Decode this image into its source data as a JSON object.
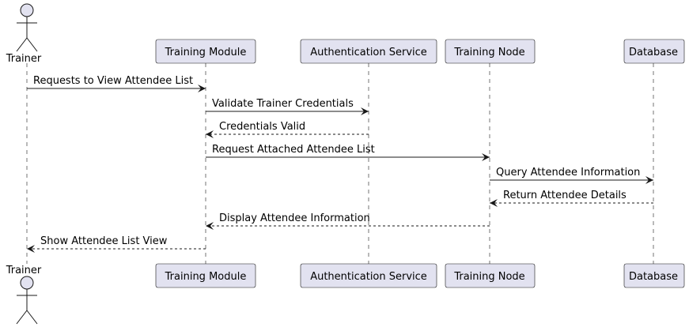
{
  "colors": {
    "participant_fill": "#E2E2F0",
    "participant_stroke": "#181818",
    "lifeline": "#181818",
    "arrow": "#181818",
    "background": "#FFFFFF"
  },
  "participants": [
    {
      "id": "trainer",
      "label": "Trainer",
      "kind": "actor",
      "icon": "actor-stick-figure-icon"
    },
    {
      "id": "training_module",
      "label": "Training Module",
      "kind": "box"
    },
    {
      "id": "auth_service",
      "label": "Authentication Service",
      "kind": "box"
    },
    {
      "id": "training_node",
      "label": "Training Node",
      "kind": "box"
    },
    {
      "id": "database",
      "label": "Database",
      "kind": "box"
    }
  ],
  "messages": [
    {
      "from": "trainer",
      "to": "training_module",
      "label": "Requests to View Attendee List",
      "style": "solid"
    },
    {
      "from": "training_module",
      "to": "auth_service",
      "label": "Validate Trainer Credentials",
      "style": "solid"
    },
    {
      "from": "auth_service",
      "to": "training_module",
      "label": "Credentials Valid",
      "style": "dashed"
    },
    {
      "from": "training_module",
      "to": "training_node",
      "label": "Request Attached Attendee List",
      "style": "solid"
    },
    {
      "from": "training_node",
      "to": "database",
      "label": "Query Attendee Information",
      "style": "solid"
    },
    {
      "from": "database",
      "to": "training_node",
      "label": "Return Attendee Details",
      "style": "dashed"
    },
    {
      "from": "training_node",
      "to": "training_module",
      "label": "Display Attendee Information",
      "style": "dashed"
    },
    {
      "from": "training_module",
      "to": "trainer",
      "label": "Show Attendee List View",
      "style": "dashed"
    }
  ]
}
